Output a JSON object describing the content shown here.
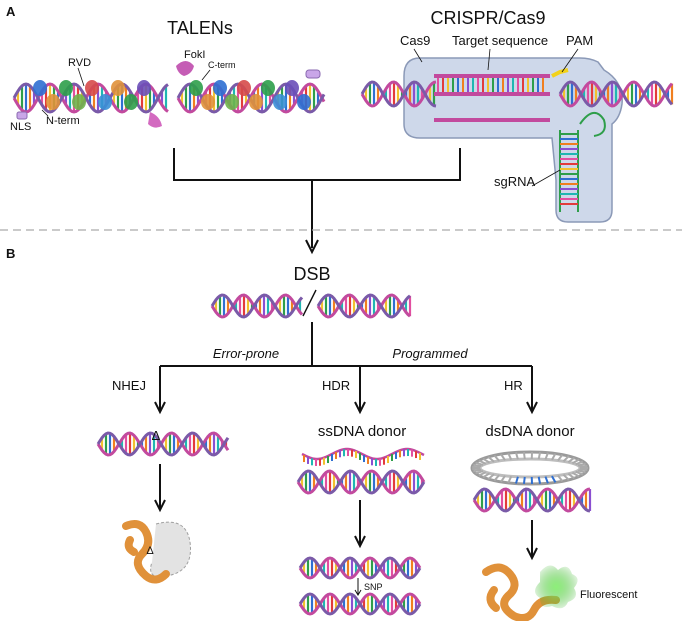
{
  "panels": {
    "a": "A",
    "b": "B"
  },
  "talens": {
    "title": "TALENs",
    "labels": {
      "rvd": "RVD",
      "fokI": "FokI",
      "cterm": "C-term",
      "nls": "NLS",
      "nterm": "N-term"
    }
  },
  "crispr": {
    "title": "CRISPR/Cas9",
    "labels": {
      "cas9": "Cas9",
      "target": "Target sequence",
      "pam": "PAM",
      "sgrna": "sgRNA"
    }
  },
  "dsb": {
    "title": "DSB"
  },
  "pathways": {
    "error_prone": "Error-prone",
    "programmed": "Programmed",
    "nhej": "NHEJ",
    "hdr": "HDR",
    "hr": "HR"
  },
  "donors": {
    "ssdna": "ssDNA donor",
    "dsdna": "dsDNA donor"
  },
  "outcomes": {
    "delta": "Δ",
    "snp": "SNP",
    "fluorescent": "Fluorescent"
  },
  "colors": {
    "backbone": "#c24a9e",
    "backbone_alt": "#7a5aa8",
    "cas9_fill": "#c9d4e8",
    "cas9_stroke": "#7f8fb0",
    "protein": "#e0913a",
    "gfp": "#5fd14a",
    "dashed_rule": "#aaaaaa"
  }
}
